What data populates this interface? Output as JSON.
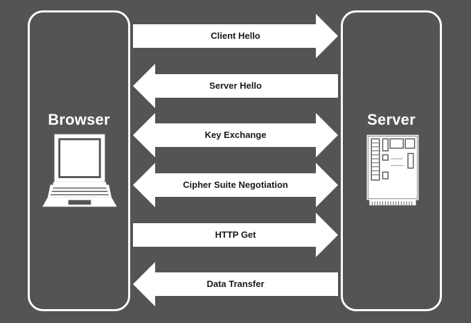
{
  "diagram": {
    "left_party": "Browser",
    "right_party": "Server",
    "messages": [
      {
        "label": "Client Hello",
        "direction": "right"
      },
      {
        "label": "Server Hello",
        "direction": "left"
      },
      {
        "label": "Key Exchange",
        "direction": "both"
      },
      {
        "label": "Cipher Suite Negotiation",
        "direction": "both"
      },
      {
        "label": "HTTP Get",
        "direction": "right"
      },
      {
        "label": "Data Transfer",
        "direction": "left"
      }
    ],
    "icons": {
      "left": "laptop-icon",
      "right": "server-board-icon"
    },
    "colors": {
      "background": "#545454",
      "foreground": "#ffffff",
      "label_text": "#1a1a1a"
    }
  }
}
